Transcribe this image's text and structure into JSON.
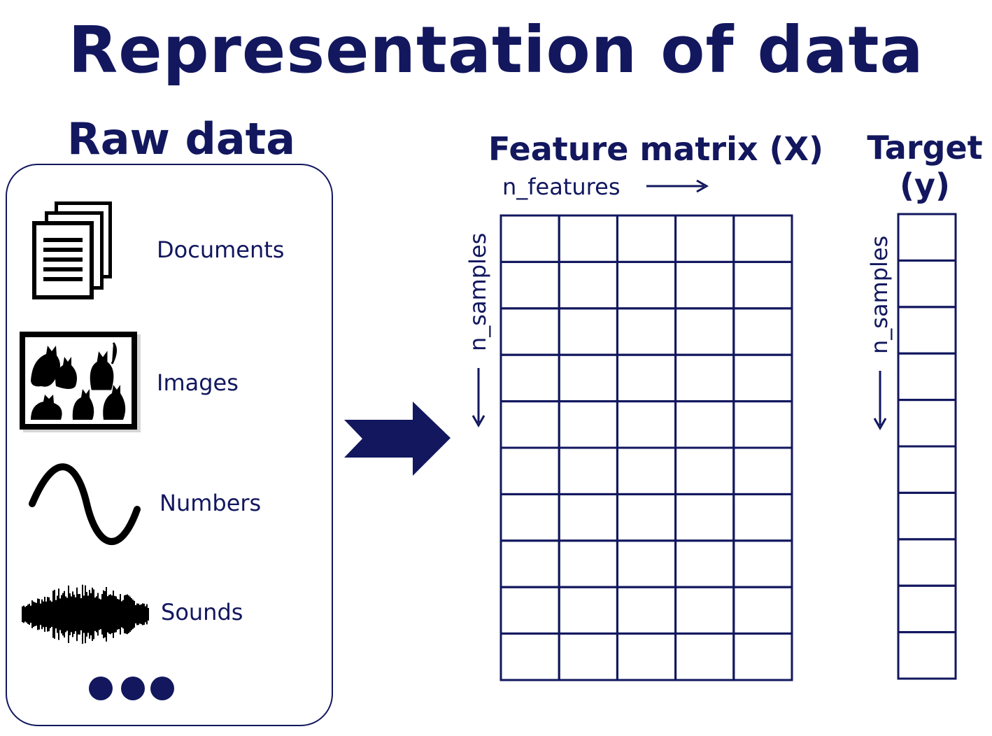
{
  "title": "Representation of data",
  "raw_data": {
    "title": "Raw data",
    "items": [
      {
        "label": "Documents",
        "icon": "documents-icon"
      },
      {
        "label": "Images",
        "icon": "cat-images-icon"
      },
      {
        "label": "Numbers",
        "icon": "sine-wave-icon"
      },
      {
        "label": "Sounds",
        "icon": "sound-waveform-icon"
      }
    ],
    "more_icon": "ellipsis-dots-icon"
  },
  "feature_matrix": {
    "title": "Feature matrix (X)",
    "columns_label": "n_features",
    "rows_label": "n_samples",
    "grid": {
      "rows": 10,
      "cols": 5
    }
  },
  "target": {
    "title_line1": "Target",
    "title_line2": "(y)",
    "rows_label": "n_samples",
    "grid": {
      "rows": 10,
      "cols": 1
    }
  },
  "colors": {
    "accent": "#12175e",
    "icon_black": "#000000"
  }
}
